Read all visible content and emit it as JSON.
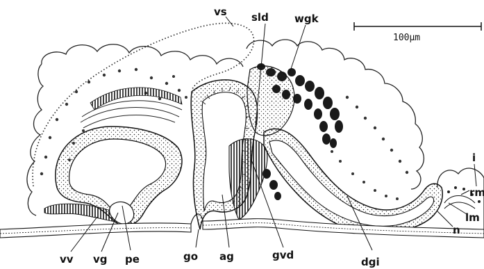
{
  "figure": {
    "scale_bar": {
      "label": "100µm"
    },
    "labels": {
      "vs": "vs",
      "sld": "sld",
      "wgk": "wgk",
      "i": "i",
      "rm": "rm",
      "lm": "lm",
      "n": "n",
      "vv": "vv",
      "vg": "vg",
      "pe": "pe",
      "go": "go",
      "ag": "ag",
      "gvd": "gvd",
      "dgi": "dgi"
    }
  }
}
